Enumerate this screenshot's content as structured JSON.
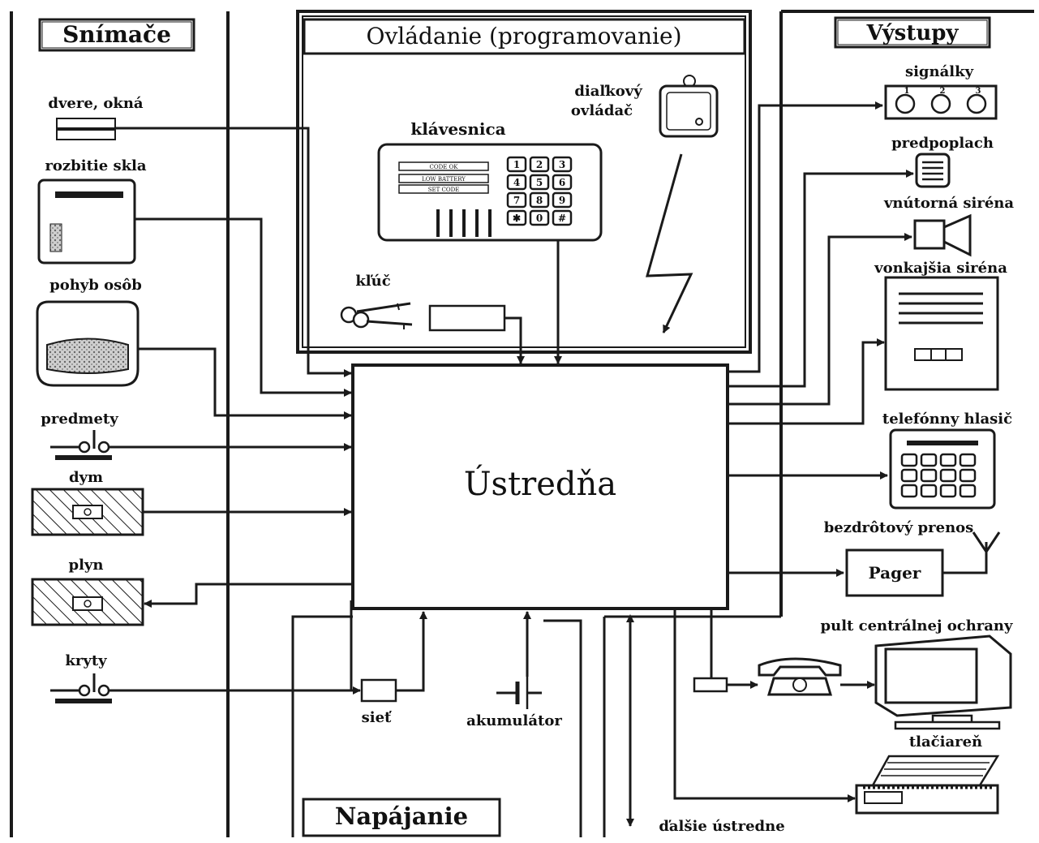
{
  "sections": {
    "sensors_title": "Snímače",
    "control_title": "Ovládanie (programovanie)",
    "outputs_title": "Výstupy",
    "power_title": "Napájanie",
    "central_title": "Ústredňa"
  },
  "sensors": {
    "door": "dvere, okná",
    "glass": "rozbitie skla",
    "motion": "pohyb osôb",
    "objects": "predmety",
    "smoke": "dym",
    "gas": "plyn",
    "covers": "kryty"
  },
  "control": {
    "keypad": "klávesnica",
    "remote": "diaľkový",
    "remote2": "ovládač",
    "key": "kľúč",
    "keypad_display1": "CODE OK",
    "keypad_display2": "LOW BATTERY",
    "keypad_display3": "SET CODE",
    "keys": [
      "1",
      "2",
      "3",
      "4",
      "5",
      "6",
      "7",
      "8",
      "9",
      "✱",
      "0",
      "#"
    ]
  },
  "outputs": {
    "lamps": "signálky",
    "lamp_numbers": [
      "1",
      "2",
      "3"
    ],
    "prealarm": "predpoplach",
    "inner_siren": "vnútorná siréna",
    "outer_siren": "vonkajšia siréna",
    "phone_dialer": "telefónny hlasič",
    "wireless": "bezdrôtový prenos",
    "pager": "Pager",
    "central_desk": "pult centrálnej ochrany",
    "printer": "tlačiareň",
    "other_centrals": "ďalšie ústredne"
  },
  "power": {
    "mains": "sieť",
    "battery": "akumulátor"
  }
}
